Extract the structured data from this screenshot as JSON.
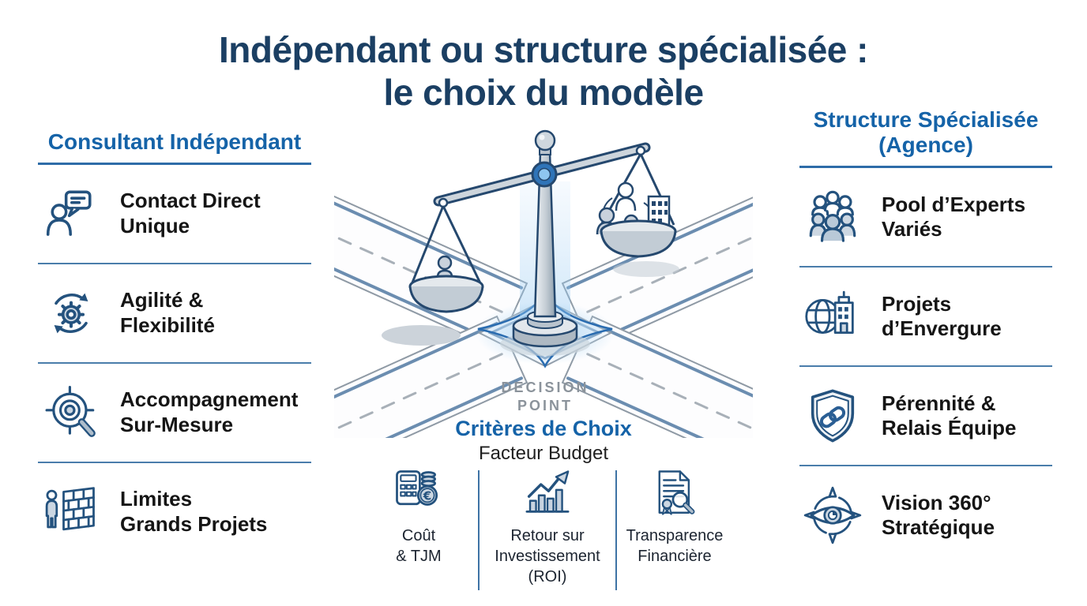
{
  "title": {
    "line1": "Indépendant ou structure spécialisée :",
    "line2": "le choix du modèle"
  },
  "left_panel": {
    "header": "Consultant Indépendant",
    "items": [
      {
        "icon": "person-chat-icon",
        "line1": "Contact Direct",
        "line2": "Unique"
      },
      {
        "icon": "gear-cycle-icon",
        "line1": "Agilité &",
        "line2": "Flexibilité"
      },
      {
        "icon": "target-magnifier-icon",
        "line1": "Accompagnement",
        "line2": "Sur-Mesure"
      },
      {
        "icon": "person-wall-icon",
        "line1": "Limites",
        "line2": "Grands Projets"
      }
    ]
  },
  "right_panel": {
    "header_line1": "Structure Spécialisée",
    "header_line2": "(Agence)",
    "items": [
      {
        "icon": "people-group-icon",
        "line1": "Pool d’Experts",
        "line2": "Variés"
      },
      {
        "icon": "globe-building-icon",
        "line1": "Projets",
        "line2": "d’Envergure"
      },
      {
        "icon": "shield-link-icon",
        "line1": "Pérennité &",
        "line2": "Relais Équipe"
      },
      {
        "icon": "compass-eye-icon",
        "line1": "Vision 360°",
        "line2": "Stratégique"
      }
    ]
  },
  "center": {
    "decision_line1": "DECISION",
    "decision_line2": "POINT",
    "criteria_title": "Critères de Choix",
    "criteria_subtitle": "Facteur Budget",
    "criteria": [
      {
        "icon": "calculator-euro-icon",
        "line1": "Coût",
        "line2": "& TJM",
        "line3": ""
      },
      {
        "icon": "roi-chart-icon",
        "line1": "Retour sur",
        "line2": "Investissement",
        "line3": "(ROI)"
      },
      {
        "icon": "document-magnifier-icon",
        "line1": "Transparence",
        "line2": "Financière",
        "line3": ""
      }
    ]
  },
  "colors": {
    "title_navy": "#1b3f63",
    "accent_blue": "#1563a8",
    "rule_blue": "#2e6ca8",
    "separator_blue": "#4a7dab",
    "icon_navy": "#24527e",
    "decision_gray": "#8b939b",
    "glow_blue": "#8ec6f0"
  }
}
